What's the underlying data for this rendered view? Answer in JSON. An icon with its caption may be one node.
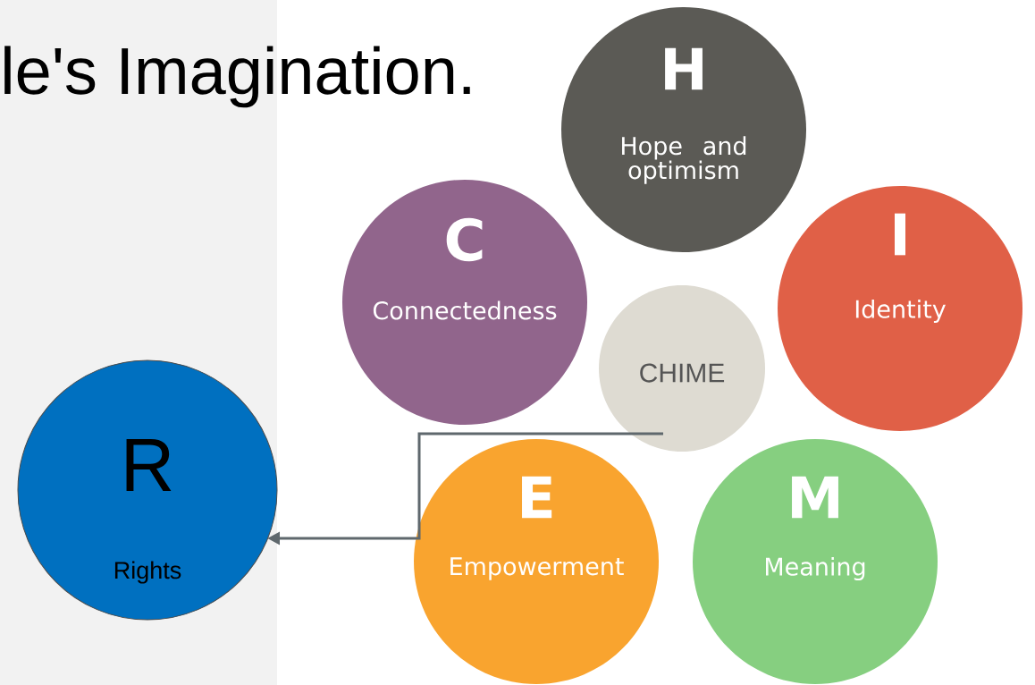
{
  "diagram": {
    "title": "le's Imagination.",
    "nodes": [
      {
        "text": [
          "H",
          "Hope and optimism"
        ]
      },
      {
        "text": [
          "C",
          "Connectedness"
        ]
      },
      {
        "text": [
          "I",
          "Identity"
        ]
      },
      {
        "text": [
          "CHIME"
        ]
      },
      {
        "text": [
          "E",
          "Empowerment"
        ]
      },
      {
        "text": [
          "M",
          "Meaning"
        ]
      },
      {
        "text": [
          "R",
          "Rights"
        ]
      }
    ],
    "edges": [
      {
        "from": 3,
        "to": 6,
        "arrow": "to"
      }
    ]
  }
}
